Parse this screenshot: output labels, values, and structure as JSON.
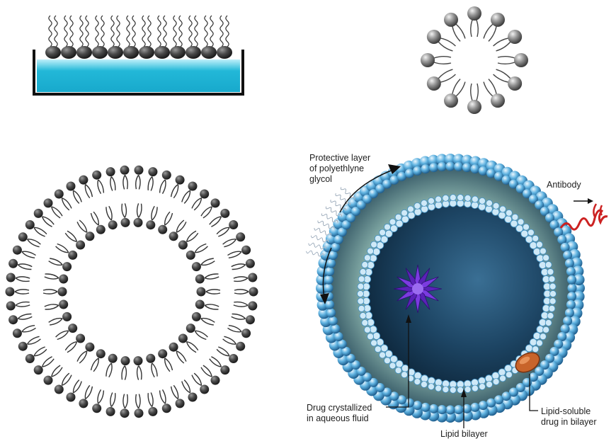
{
  "labels": {
    "peg": "Protective layer\nof polyethlyne\nglycol",
    "antibody": "Antibody",
    "drug_aqueous": "Drug crystallized\nin aqueous fluid",
    "lipid_bilayer": "Lipid bilayer",
    "lipid_soluble": "Lipid-soluble\ndrug in bilayer"
  },
  "colors": {
    "water": "#22b8d8",
    "water_light": "#8fe0f0",
    "head_dark": "#3a3a3a",
    "head_gray": "#7a7a7a",
    "tail": "#444444",
    "liposome_head": "#4aa3d6",
    "liposome_core": "#1c3f5e",
    "antibody": "#cc2222",
    "drug_crystal": "#6a2dc9",
    "lipid_drug": "#c8642a"
  }
}
